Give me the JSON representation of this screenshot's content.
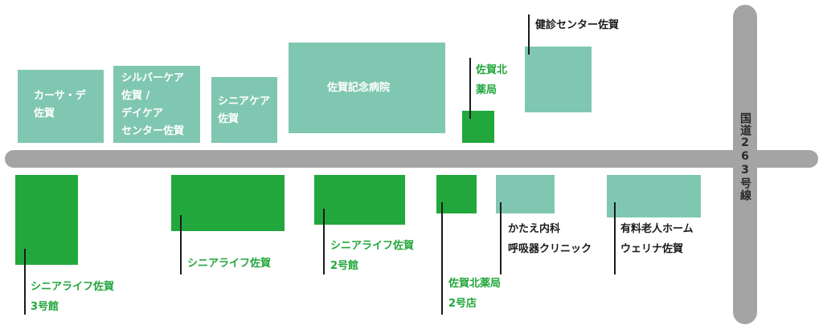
{
  "road": {
    "label": "国道263号線",
    "color": "#a4a4a4"
  },
  "colors": {
    "facility": "#80c7b1",
    "own_facility": "#22a73c",
    "own_label": "#22a73c",
    "label": "#1a1a1a"
  },
  "north_side": {
    "car_saga": "カーサ・デ\n佐賀",
    "silver_care": "シルバーケア\n佐賀 /\nデイケア\nセンター佐賀",
    "senior_care": "シニアケア\n佐賀",
    "memorial_hospital": "佐賀記念病院",
    "kita_pharmacy": "佐賀北\n薬局",
    "health_center": "健診センター佐賀"
  },
  "south_side": {
    "senior_life_3": "シニアライフ佐賀\n3号館",
    "senior_life": "シニアライフ佐賀",
    "senior_life_2": "シニアライフ佐賀\n2号館",
    "kita_pharmacy_2": "佐賀北薬局\n2号店",
    "katae_clinic": "かたえ内科\n呼吸器クリニック",
    "ueruna_saga": "有料老人ホーム\nウェリナ佐賀"
  }
}
